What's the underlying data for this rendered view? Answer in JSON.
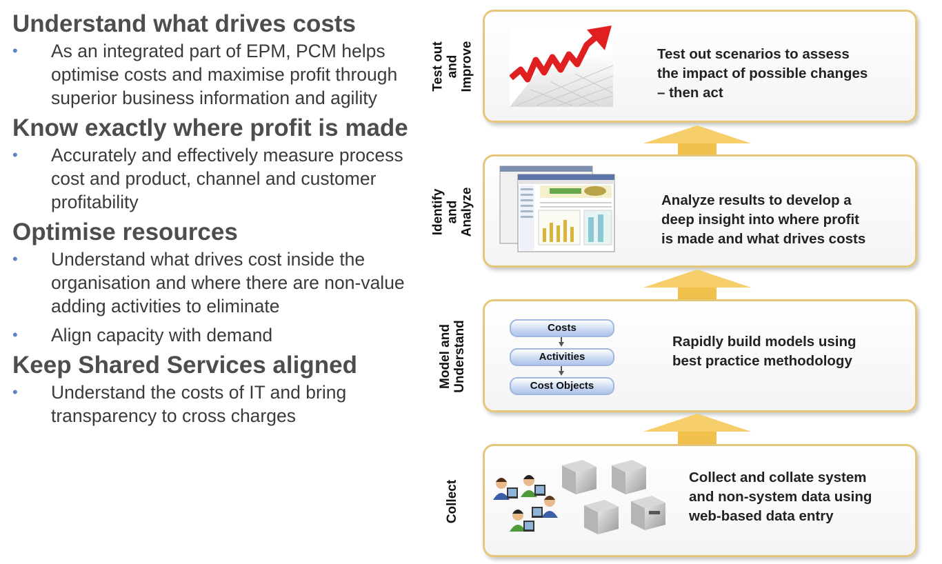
{
  "sections": [
    {
      "heading": "Understand what drives costs",
      "bullets": [
        "As an integrated part of EPM, PCM helps optimise costs and maximise profit through superior business information and agility"
      ]
    },
    {
      "heading": "Know exactly where profit is made",
      "bullets": [
        "Accurately and effectively measure process cost and product, channel and customer profitability"
      ]
    },
    {
      "heading": "Optimise resources",
      "bullets": [
        "Understand what drives cost inside the organisation and where there are non-value adding activities to eliminate",
        "Align capacity with demand"
      ]
    },
    {
      "heading": "Keep Shared Services aligned",
      "bullets": [
        "Understand the costs of IT and bring transparency to cross charges"
      ]
    }
  ],
  "bullet_symbol": "•",
  "stages": [
    {
      "label": "Test out and\nImprove",
      "text": "Test out scenarios to assess\nthe impact of possible changes\n– then act",
      "icon": "growth-chart-icon"
    },
    {
      "label": "Identify and\nAnalyze",
      "text": "Analyze results to develop a\ndeep insight into where profit\nis made and what drives costs",
      "icon": "dashboard-screenshot-icon"
    },
    {
      "label": "Model and\nUnderstand",
      "text": "Rapidly build models using\nbest practice methodology",
      "icon": "cost-model-flow-icon"
    },
    {
      "label": "Collect",
      "text": "Collect and collate system\nand non-system data using\nweb-based data entry",
      "icon": "users-and-servers-icon"
    }
  ],
  "model_flow": [
    "Costs",
    "Activities",
    "Cost Objects"
  ],
  "colors": {
    "stage_border": "#e6c77a",
    "arrow_fill": "#f2c14b",
    "bullet": "#5a82c4",
    "heading": "#4d4d4d",
    "trend_arrow": "#e02020"
  }
}
